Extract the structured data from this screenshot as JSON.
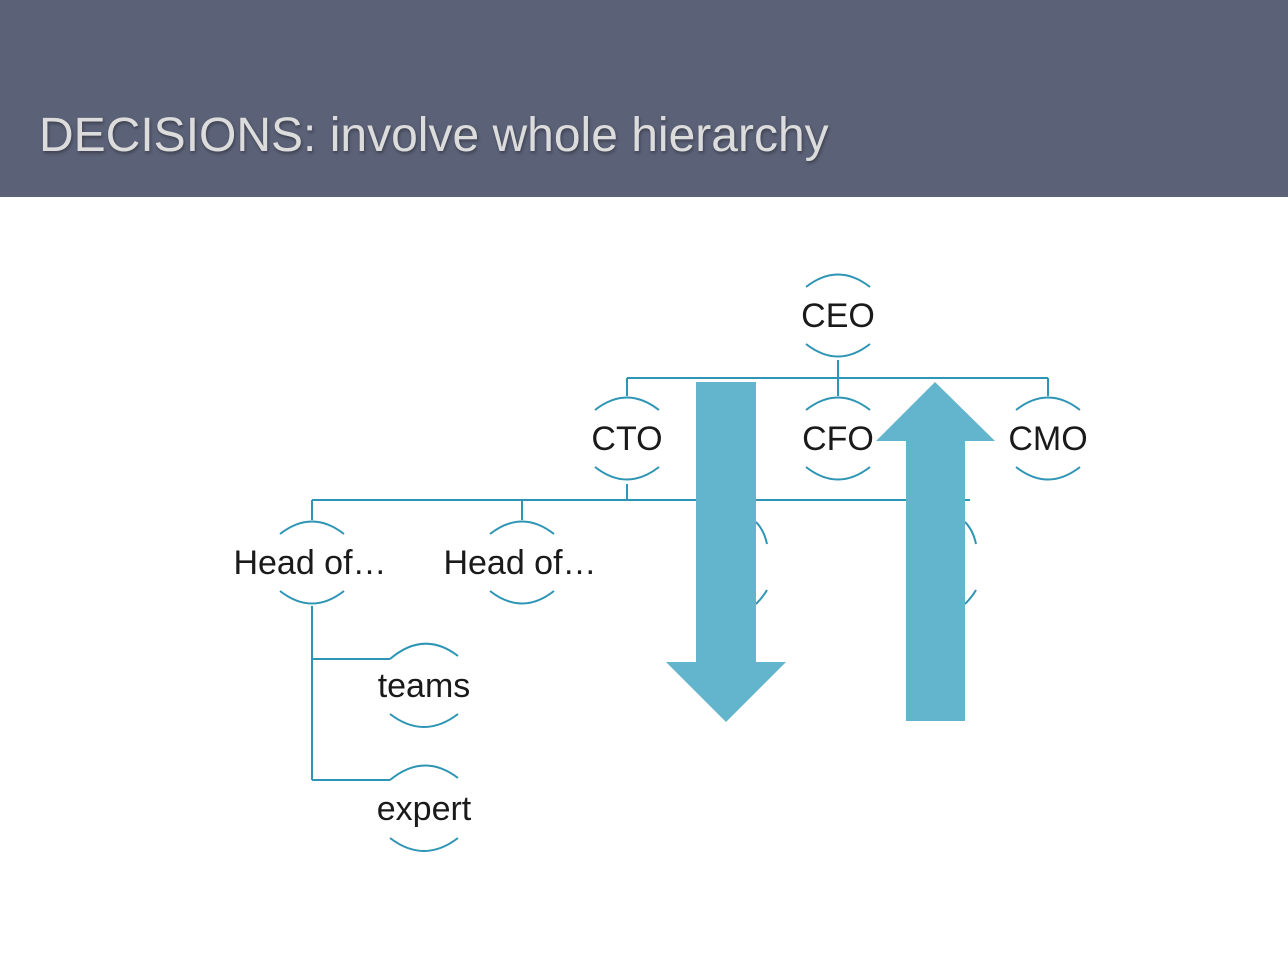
{
  "slide": {
    "title": "DECISIONS: involve whole hierarchy"
  },
  "colors": {
    "header_bg": "#5b6177",
    "title_text": "#dcdcdc",
    "connector": "#2e95b4",
    "arrow_fill": "#62b5cc"
  },
  "diagram": {
    "type": "org-chart",
    "nodes": {
      "ceo": "CEO",
      "cto": "CTO",
      "cfo": "CFO",
      "cmo": "CMO",
      "head1": "Head of…",
      "head2": "Head of…",
      "teams": "teams",
      "expert": "expert"
    },
    "edges": [
      [
        "ceo",
        "cto"
      ],
      [
        "ceo",
        "cfo"
      ],
      [
        "ceo",
        "cmo"
      ],
      [
        "cto",
        "head1"
      ],
      [
        "cto",
        "head2"
      ],
      [
        "head1",
        "teams"
      ],
      [
        "head1",
        "expert"
      ]
    ],
    "arrows": [
      {
        "name": "top-down-arrow",
        "direction": "down"
      },
      {
        "name": "bottom-up-arrow",
        "direction": "up"
      }
    ]
  }
}
